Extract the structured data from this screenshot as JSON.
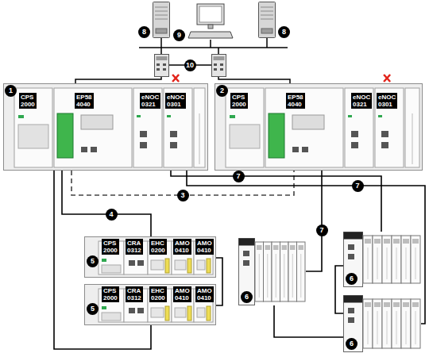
{
  "diagram": {
    "nodes": [
      {
        "text": [
          "8"
        ]
      },
      {
        "text": [
          "9"
        ]
      },
      {
        "text": [
          "8"
        ]
      },
      {
        "text": [
          "1"
        ]
      },
      {
        "text": [
          "CPS 2000"
        ],
        "in": 3
      },
      {
        "text": [
          "EP58 4040"
        ],
        "in": 3
      },
      {
        "text": [
          "eNOC 0321"
        ],
        "in": 3
      },
      {
        "text": [
          "eNOC 0301"
        ],
        "in": 3
      },
      {
        "text": [
          "2"
        ]
      },
      {
        "text": [
          "CPS 2000"
        ],
        "in": 8
      },
      {
        "text": [
          "EP58 4040"
        ],
        "in": 8
      },
      {
        "text": [
          "eNOC 0321"
        ],
        "in": 8
      },
      {
        "text": [
          "eNOC 0301"
        ],
        "in": 8
      },
      {
        "text": [
          "5"
        ]
      },
      {
        "text": [
          "CPS 2000"
        ],
        "in": 13
      },
      {
        "text": [
          "CRA 0312"
        ],
        "in": 13
      },
      {
        "text": [
          "EHC 0200"
        ],
        "in": 13
      },
      {
        "text": [
          "AMO 0410"
        ],
        "in": 13
      },
      {
        "text": [
          "AMO 0410"
        ],
        "in": 13
      },
      {
        "text": [
          "6"
        ]
      },
      {
        "text": [
          "6"
        ]
      },
      {
        "text": [
          "5"
        ]
      },
      {
        "text": [
          "CPS 2000"
        ],
        "in": 21
      },
      {
        "text": [
          "CRA 0312"
        ],
        "in": 21
      },
      {
        "text": [
          "EHC 0200"
        ],
        "in": 21
      },
      {
        "text": [
          "AMO 0410"
        ],
        "in": 21
      },
      {
        "text": [
          "AMO 0410"
        ],
        "in": 21
      },
      {
        "text": [
          "6"
        ]
      }
    ],
    "edges": [
      {
        "from": 3,
        "to": 8,
        "arrow": "none",
        "label": "3"
      },
      {
        "from": 3,
        "to": 13,
        "arrow": "none",
        "label": "4"
      },
      {
        "from": 13,
        "to": 21,
        "arrow": "none"
      },
      {
        "from": 21,
        "to": 3,
        "arrow": "none"
      },
      {
        "from": 3,
        "to": 19,
        "arrow": "none",
        "label": "7"
      },
      {
        "from": 3,
        "to": 27,
        "arrow": "none",
        "label": "7"
      },
      {
        "from": 8,
        "to": 20,
        "arrow": "none",
        "label": "7"
      },
      {
        "from": 19,
        "to": 27,
        "arrow": "none"
      },
      {
        "from": 20,
        "to": 27,
        "arrow": "none"
      }
    ],
    "labels": [
      "10"
    ]
  }
}
